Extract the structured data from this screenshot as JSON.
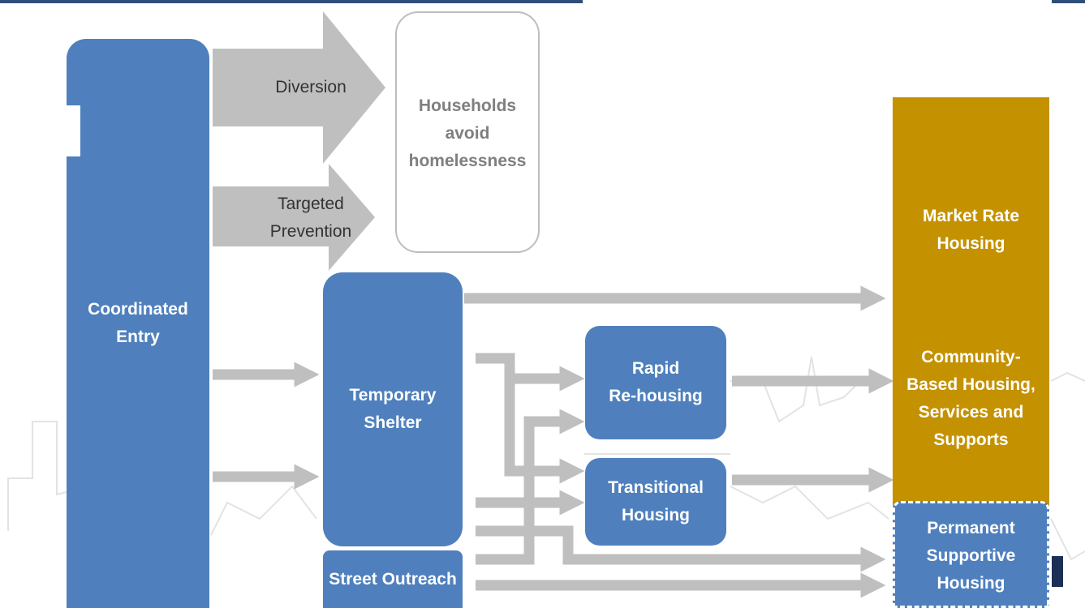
{
  "colors": {
    "blue": "#4f80bd",
    "gold": "#c49200",
    "arrow_gray": "#bfbfbf",
    "skyline_gray": "#e3e3e3"
  },
  "nodes": {
    "coordinated_entry": "Coordinated\nEntry",
    "households_avoid": "Households\navoid\nhomelessness",
    "temporary_shelter": "Temporary\nShelter",
    "street_outreach": "Street Outreach",
    "rapid_rehousing": "Rapid\nRe-housing",
    "transitional_housing": "Transitional\nHousing",
    "market_rate": "Market Rate\nHousing",
    "community_based": "Community-\nBased Housing,\nServices and\nSupports",
    "permanent_supportive": "Permanent\nSupportive\nHousing"
  },
  "arrow_labels": {
    "diversion": "Diversion",
    "targeted_prevention": "Targeted\nPrevention"
  }
}
